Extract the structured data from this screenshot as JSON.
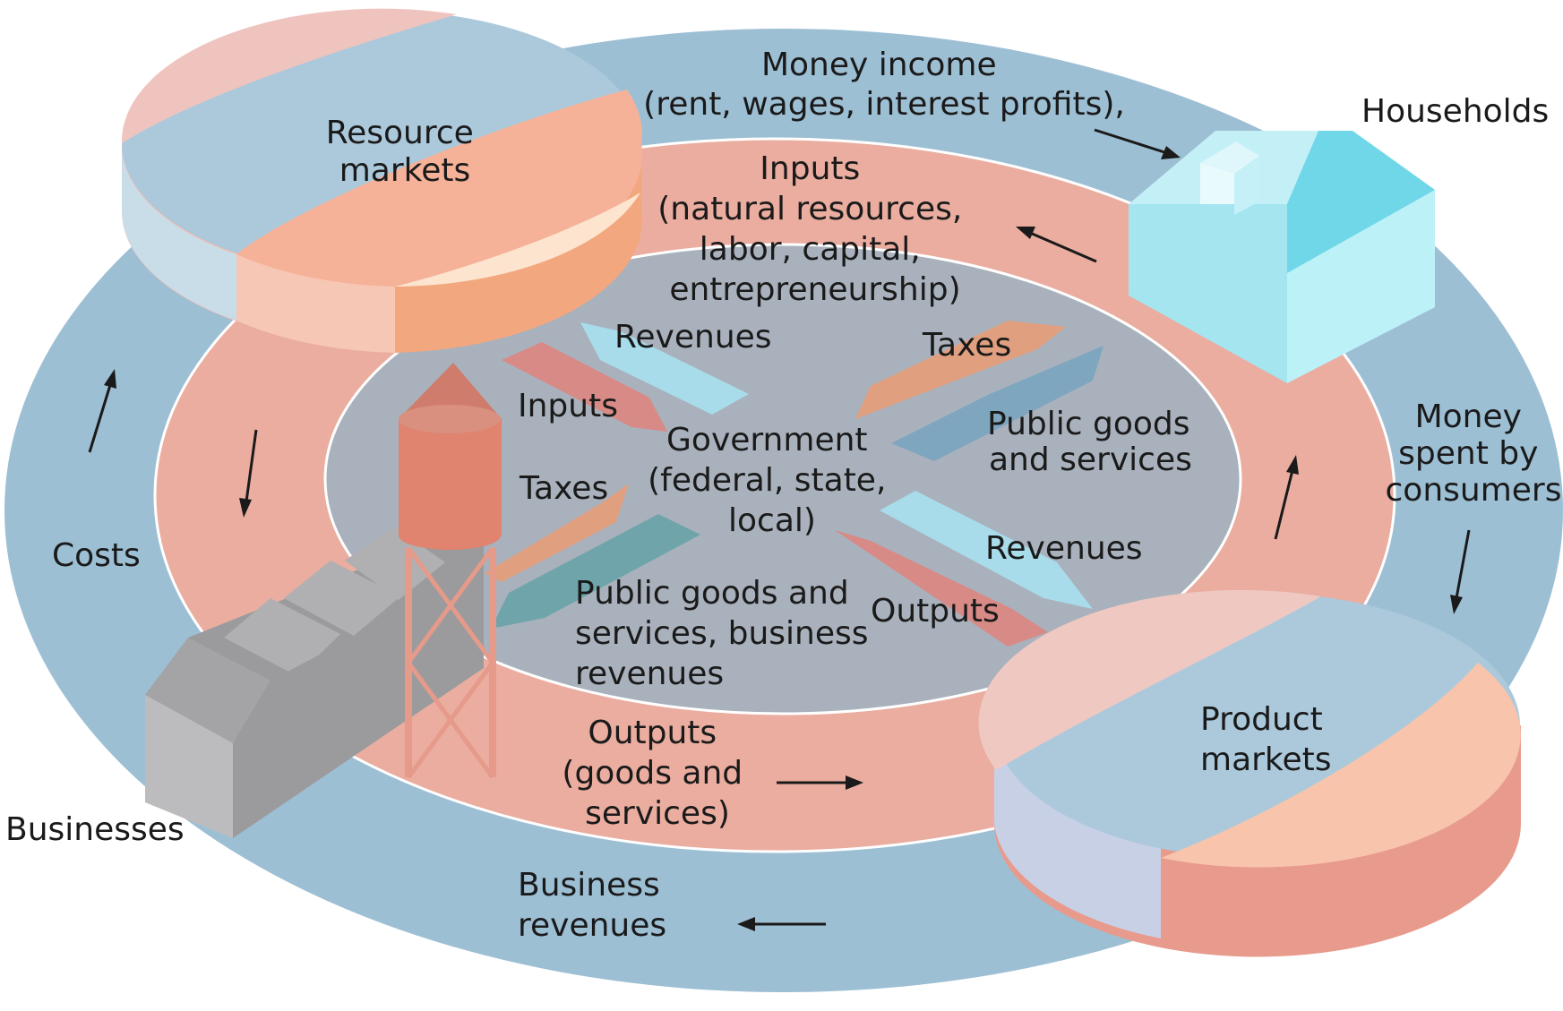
{
  "labels": {
    "money_income": [
      "Money income",
      "(rent, wages, interest profits),"
    ],
    "households": "Households",
    "resource_markets": [
      "Resource",
      "markets"
    ],
    "inputs_outer": [
      "Inputs",
      "(natural resources,",
      "labor, capital,",
      "entrepreneurship)"
    ],
    "revenues_top": "Revenues",
    "taxes_top": "Taxes",
    "inputs_inner": "Inputs",
    "government": [
      "Government",
      "(federal, state,",
      "local)"
    ],
    "public_goods_right": [
      "Public goods",
      "and services"
    ],
    "taxes_left": "Taxes",
    "revenues_right": "Revenues",
    "public_goods_business": [
      "Public goods and",
      "services, business",
      "revenues"
    ],
    "outputs_inner": "Outputs",
    "money_spent": [
      "Money",
      "spent by",
      "consumers"
    ],
    "costs": "Costs",
    "product_markets": [
      "Product",
      "markets"
    ],
    "outputs_outer": [
      "Outputs",
      "(goods and",
      "services)"
    ],
    "businesses": "Businesses",
    "business_revenues": [
      "Business",
      "revenues"
    ]
  },
  "colors": {
    "outer_ring": "#9dbfd4",
    "middle_ring": "#eaada0",
    "inner_area": "#a9b1bc",
    "house_light": "#b3ebf3",
    "house_roof": "#6dd6e6",
    "factory_gray": "#9b9b9d",
    "tower": "#e0836f",
    "arrow_pink": "#d88a86",
    "arrow_cyan": "#a8dcea",
    "arrow_salmon": "#e0a080",
    "arrow_steel": "#7fa6bf",
    "arrow_teal": "#6fa5aa"
  }
}
